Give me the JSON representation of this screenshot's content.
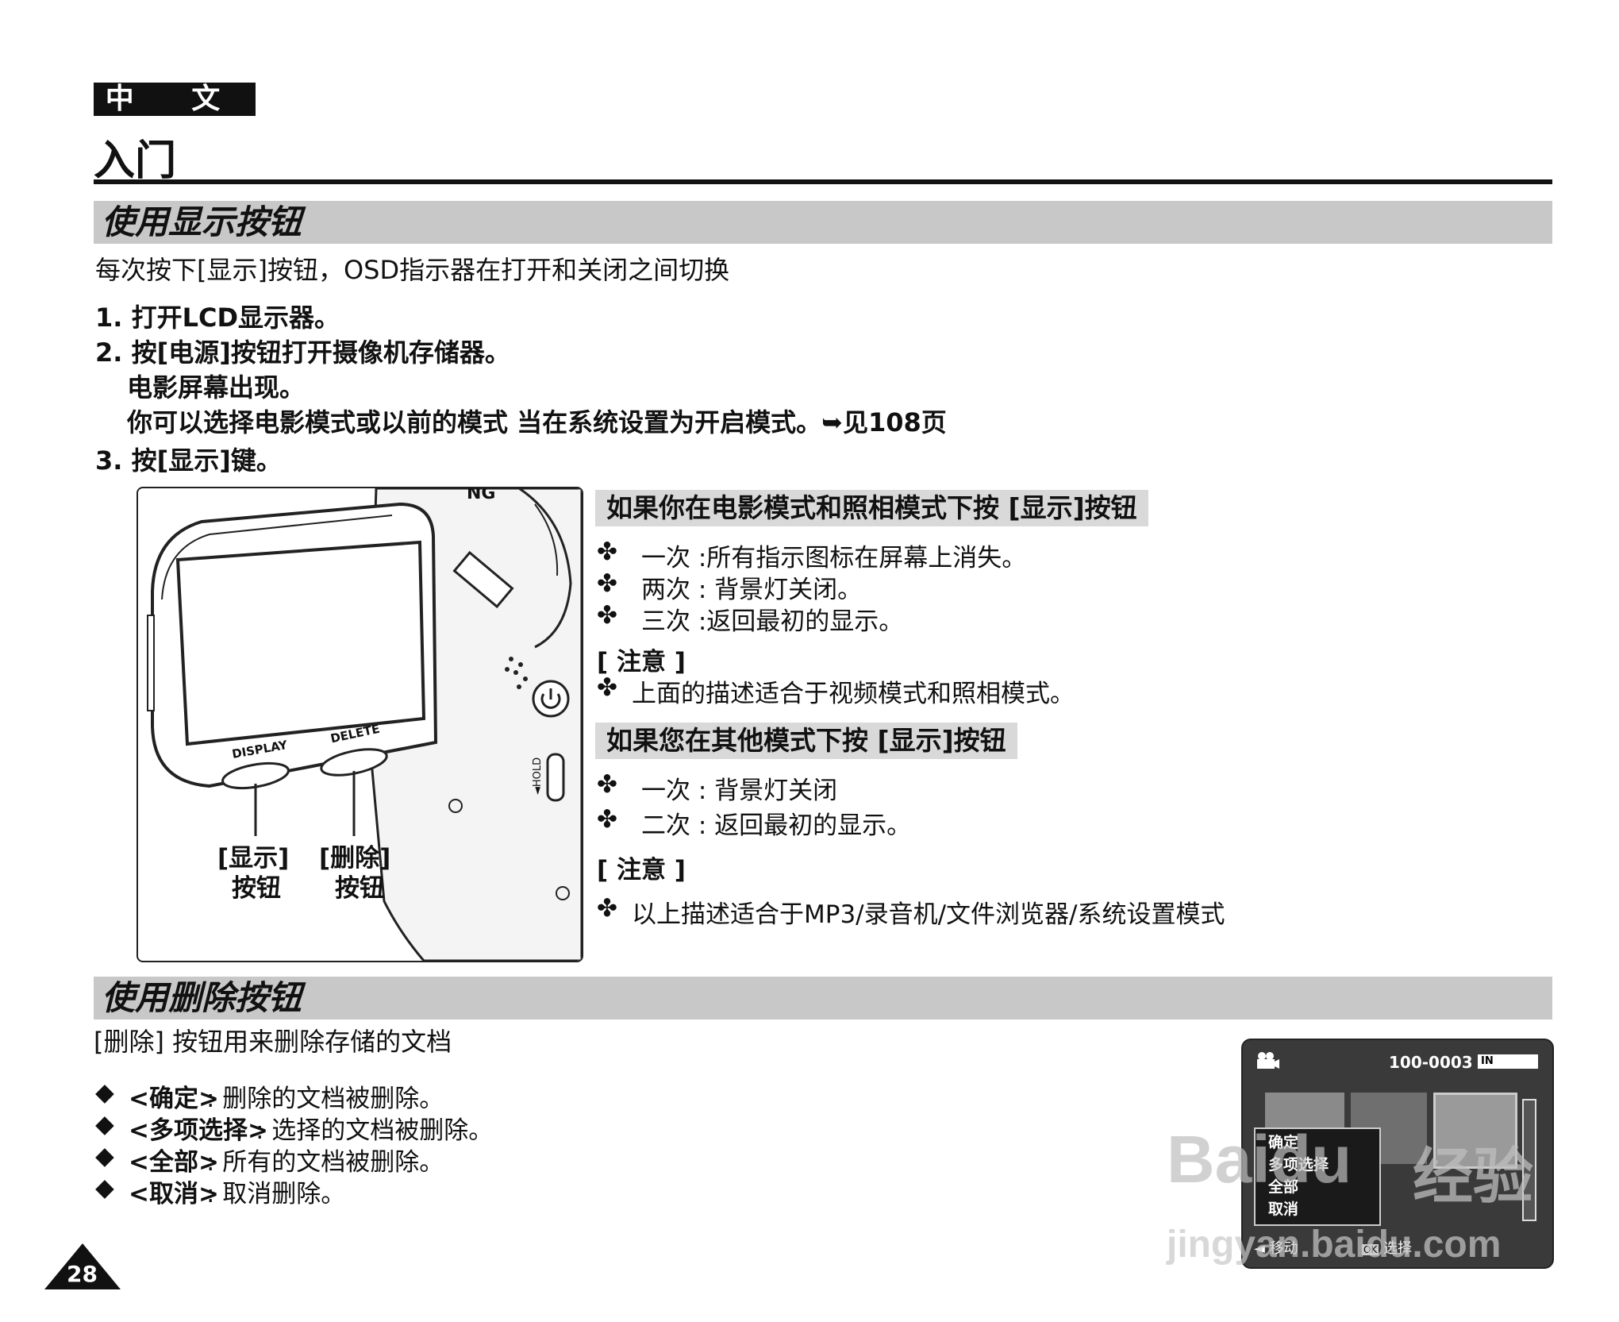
{
  "header": {
    "lang_tag": "中 文",
    "chapter_title": "入门"
  },
  "section1": {
    "title": "使用显示按钮",
    "intro": "每次按下[显示]按钮，OSD指示器在打开和关闭之间切换",
    "steps": [
      "1. 打开LCD显示器。",
      "2. 按[电源]按钮打开摄像机存储器。",
      "电影屏幕出现。",
      "你可以选择电影模式或以前的模式 当在系统设置为开启模式。➥见108页",
      "3. 按[显示]键。"
    ],
    "figure": {
      "display_label": "DISPLAY",
      "delete_label": "DELETE",
      "hold_label": "◄HOLD",
      "brand_fragment": "NG",
      "callout_display_line1": "[显示]",
      "callout_display_line2": "按钮",
      "callout_delete_line1": "[删除]",
      "callout_delete_line2": "按钮"
    },
    "movie_photo": {
      "heading": "如果你在电影模式和照相模式下按 [显示]按钮",
      "items": [
        "一次 :所有指示图标在屏幕上消失。",
        "两次 : 背景灯关闭。",
        "三次 :返回最初的显示。"
      ],
      "note_heading": "[ 注意 ]",
      "note": "上面的描述适合于视频模式和照相模式。"
    },
    "other_modes": {
      "heading": "如果您在其他模式下按 [显示]按钮",
      "items": [
        "一次 : 背景灯关闭",
        "二次 : 返回最初的显示。"
      ],
      "note_heading": "[ 注意 ]",
      "note": "以上描述适合于MP3/录音机/文件浏览器/系统设置模式"
    },
    "bullet_glyph": "✤"
  },
  "section2": {
    "title": "使用删除按钮",
    "intro": "[删除] 按钮用来删除存储的文档",
    "items": [
      {
        "key": "<确定>",
        "desc": ": 删除的文档被删除。"
      },
      {
        "key": "<多项选择>",
        "desc": ": 选择的文档被删除。"
      },
      {
        "key": "<全部>",
        "desc": ": 所有的文档被删除。"
      },
      {
        "key": "<取消>",
        "desc": ": 取消删除。"
      }
    ],
    "bullet_glyph": "◆",
    "screen": {
      "file_number": "100-0003",
      "memory_label": "IN",
      "menu": [
        "确定",
        "多项选择",
        "全部",
        "取消"
      ],
      "footer_move": "移动",
      "footer_ok": "OK",
      "footer_select": "选择"
    }
  },
  "watermark": {
    "brand": "Bai",
    "brand2": "du",
    "product": "经验",
    "url": "jingyan.baidu.com"
  },
  "page_number": "28"
}
